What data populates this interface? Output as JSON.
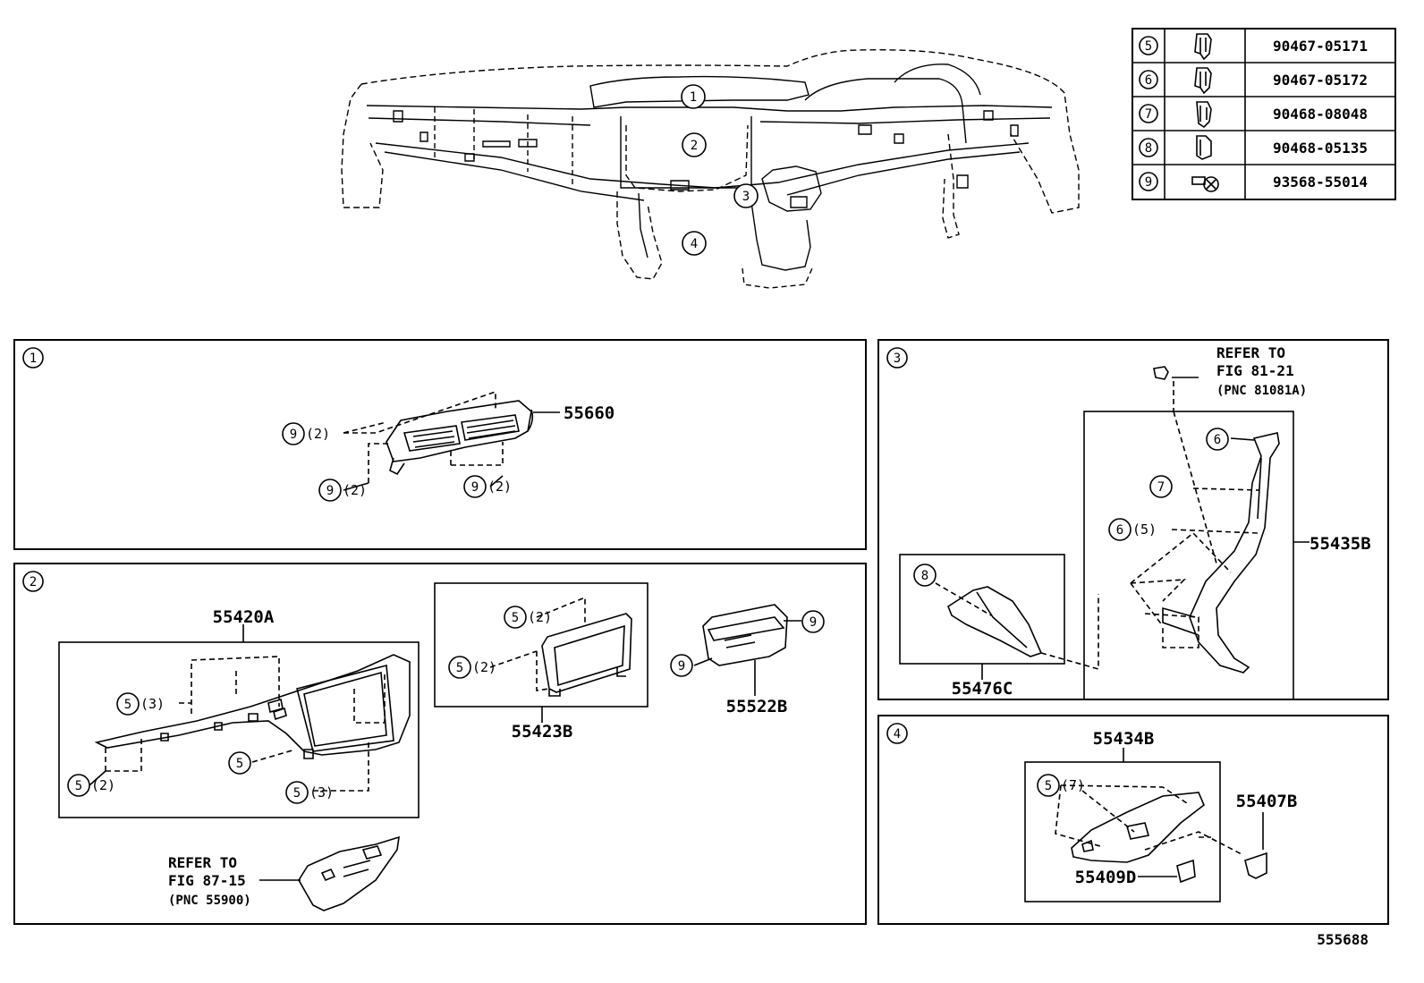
{
  "fastener_table": [
    {
      "ref": "5",
      "part_no": "90467-05171"
    },
    {
      "ref": "6",
      "part_no": "90467-05172"
    },
    {
      "ref": "7",
      "part_no": "90468-08048"
    },
    {
      "ref": "8",
      "part_no": "90468-05135"
    },
    {
      "ref": "9",
      "part_no": "93568-55014"
    }
  ],
  "overview": {
    "callouts": [
      "1",
      "2",
      "3",
      "4"
    ]
  },
  "panel1": {
    "id": "1",
    "part": "55660",
    "clips": [
      {
        "ref": "9",
        "qty": "(2)"
      },
      {
        "ref": "9",
        "qty": "(2)"
      },
      {
        "ref": "9",
        "qty": "(2)"
      }
    ]
  },
  "panel2": {
    "id": "2",
    "parts": {
      "a": "55420A",
      "b": "55423B",
      "c": "55522B"
    },
    "clips_a": [
      {
        "ref": "5",
        "qty": "(3)"
      },
      {
        "ref": "5",
        "qty": ""
      },
      {
        "ref": "5",
        "qty": "(2)"
      },
      {
        "ref": "5",
        "qty": "(3)"
      }
    ],
    "clips_b": [
      {
        "ref": "5",
        "qty": "(2)"
      },
      {
        "ref": "5",
        "qty": "(2)"
      }
    ],
    "clips_c": [
      {
        "ref": "9"
      },
      {
        "ref": "9"
      }
    ],
    "refer": {
      "line1": "REFER TO",
      "line2": "FIG 87-15",
      "line3": "(PNC 55900)"
    }
  },
  "panel3": {
    "id": "3",
    "parts": {
      "a": "55476C",
      "b": "55435B"
    },
    "refer": {
      "line1": "REFER TO",
      "line2": "FIG 81-21",
      "line3": "(PNC 81081A)"
    },
    "clips": [
      {
        "ref": "8",
        "qty": ""
      },
      {
        "ref": "6",
        "qty": ""
      },
      {
        "ref": "7",
        "qty": ""
      },
      {
        "ref": "6",
        "qty": "(5)"
      }
    ]
  },
  "panel4": {
    "id": "4",
    "parts": {
      "a": "55434B",
      "b": "55407B",
      "c": "55409D"
    },
    "clips": [
      {
        "ref": "5",
        "qty": "(7)"
      }
    ]
  },
  "figure_id": "555688"
}
